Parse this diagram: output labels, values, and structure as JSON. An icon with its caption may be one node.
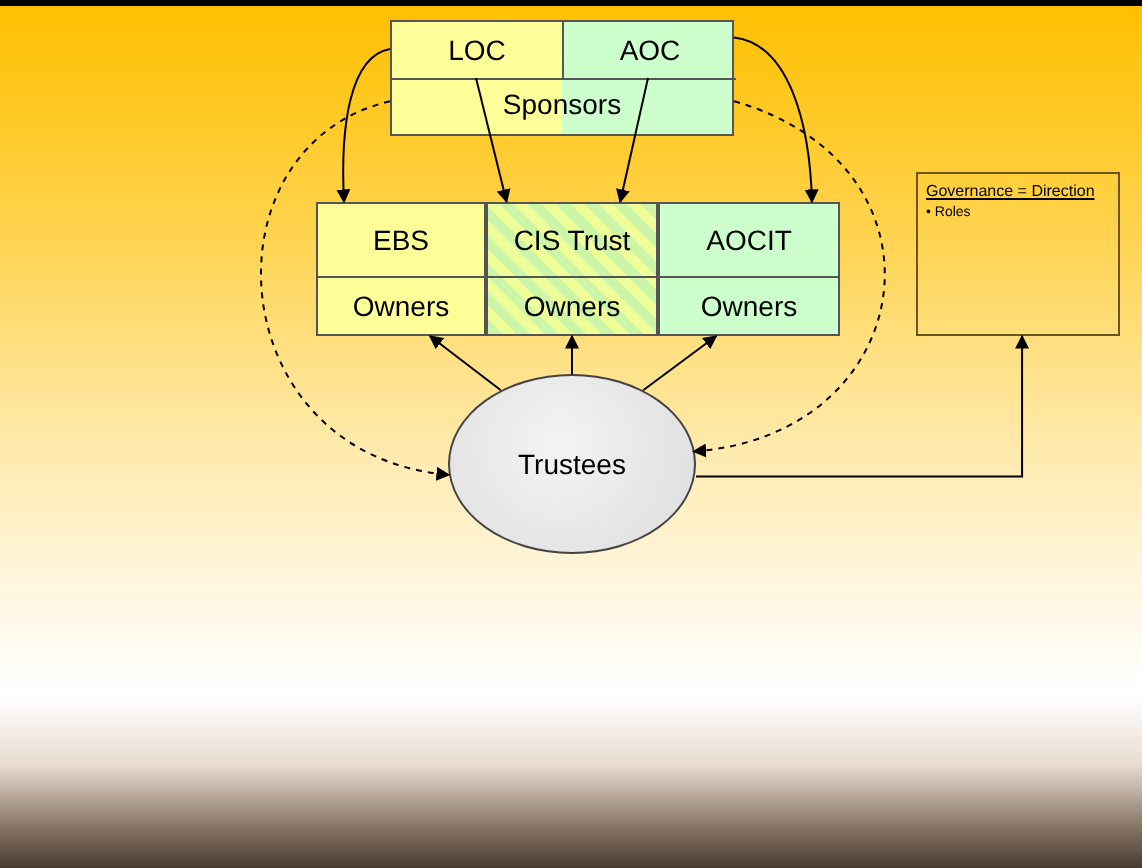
{
  "diagram": {
    "nodes": [
      {
        "text": [
          "Sponsors"
        ]
      },
      {
        "text": [
          "LOC"
        ],
        "in": 0
      },
      {
        "text": [
          "AOC"
        ],
        "in": 0
      },
      {
        "text": [
          "EBS",
          "Owners"
        ]
      },
      {
        "text": [
          "CIS Trust",
          "Owners"
        ]
      },
      {
        "text": [
          "AOCIT",
          "Owners"
        ]
      },
      {
        "text": [
          "Trustees"
        ]
      },
      {
        "text": [
          "Governance = Direction",
          "• Roles"
        ]
      }
    ],
    "edges": [
      {
        "from": 1,
        "to": 3,
        "arrow": "to"
      },
      {
        "from": 1,
        "to": 4,
        "arrow": "to"
      },
      {
        "from": 2,
        "to": 4,
        "arrow": "to"
      },
      {
        "from": 2,
        "to": 5,
        "arrow": "to"
      },
      {
        "from": 0,
        "to": 6,
        "arrow": "to",
        "style": "dashed"
      },
      {
        "from": 0,
        "to": 6,
        "arrow": "to",
        "style": "dashed"
      },
      {
        "from": 6,
        "to": 3,
        "arrow": "to"
      },
      {
        "from": 6,
        "to": 4,
        "arrow": "to"
      },
      {
        "from": 6,
        "to": 5,
        "arrow": "to"
      },
      {
        "from": 6,
        "to": 7,
        "arrow": "to"
      }
    ]
  }
}
